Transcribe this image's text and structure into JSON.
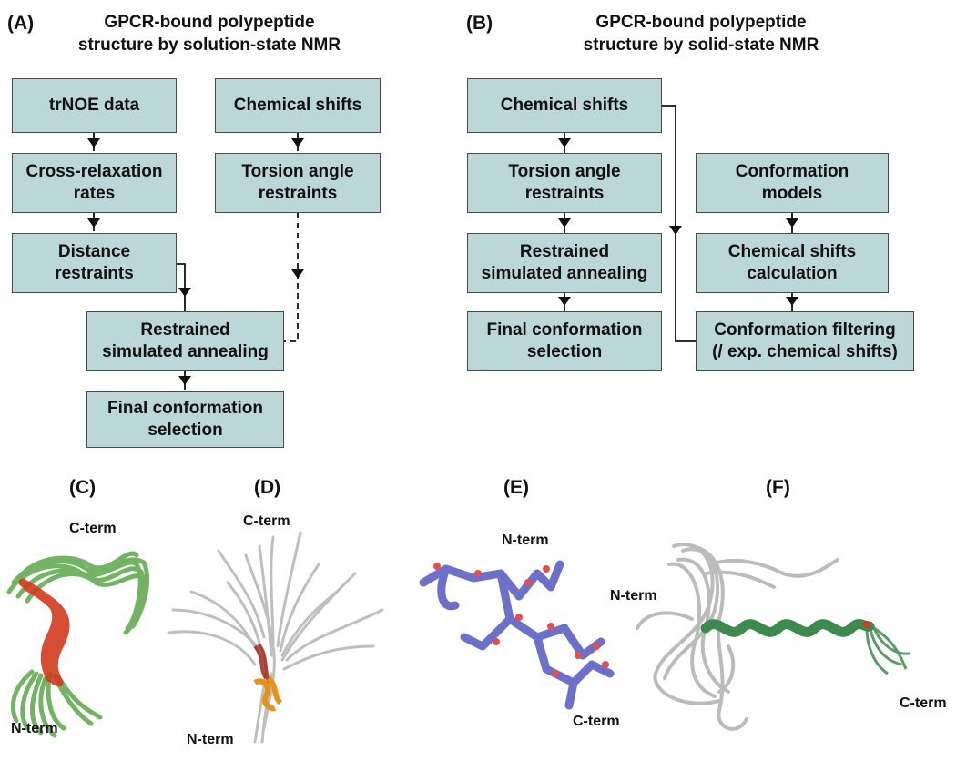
{
  "panelA": {
    "label": "(A)",
    "title": "GPCR-bound polypeptide\nstructure by solution-state NMR",
    "boxes": {
      "trnoe": "trNOE data",
      "cross": "Cross-relaxation\nrates",
      "distance": "Distance\nrestraints",
      "chemshifts": "Chemical shifts",
      "torsion": "Torsion angle\nrestraints",
      "annealing": "Restrained\nsimulated annealing",
      "final": "Final conformation\nselection"
    }
  },
  "panelB": {
    "label": "(B)",
    "title": "GPCR-bound polypeptide\nstructure by solid-state NMR",
    "boxes": {
      "chemshifts": "Chemical shifts",
      "torsion": "Torsion angle\nrestraints",
      "annealing": "Restrained\nsimulated annealing",
      "final": "Final conformation\nselection",
      "models": "Conformation\nmodels",
      "calc": "Chemical shifts\ncalculation",
      "filtering": "Conformation filtering\n(/ exp. chemical shifts)"
    }
  },
  "panelC": {
    "label": "(C)",
    "cterm": "C-term",
    "nterm": "N-term"
  },
  "panelD": {
    "label": "(D)",
    "cterm": "C-term",
    "nterm": "N-term"
  },
  "panelE": {
    "label": "(E)",
    "nterm": "N-term",
    "cterm": "C-term"
  },
  "panelF": {
    "label": "(F)",
    "nterm": "N-term",
    "cterm": "C-term"
  },
  "colors": {
    "box_fill": "#bcd7d8",
    "helix_red": "#d23a1e",
    "strand_green": "#4e9a3c",
    "gray": "#b5b5b5",
    "orange": "#e8901a",
    "blue": "#6c70c8",
    "oxygen_red": "#e05050",
    "helix_green": "#3e8a4e"
  }
}
